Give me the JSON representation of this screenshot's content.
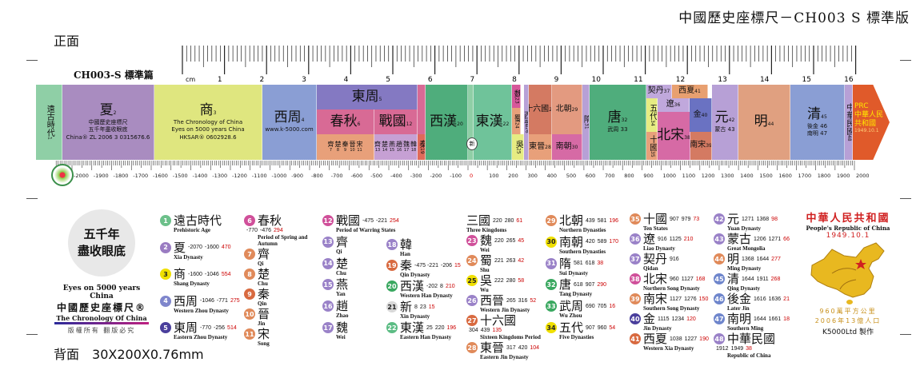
{
  "header": {
    "title": "中國歷史座標尺－CH003 S 標準版",
    "front": "正面",
    "back": "背面",
    "spec": "30X200X0.76mm"
  },
  "ruler": {
    "series": "CH003-S 標準篇",
    "cm_unit": "cm",
    "cm_labels": [
      "1",
      "2",
      "3",
      "4",
      "5",
      "6",
      "7",
      "8",
      "9",
      "10",
      "11",
      "12",
      "13",
      "14",
      "15",
      "16"
    ],
    "year_labels": [
      -2000,
      -1900,
      -1800,
      -1700,
      -1600,
      -1500,
      -1400,
      -1300,
      -1200,
      -1100,
      -1000,
      -900,
      -800,
      -700,
      -600,
      -500,
      -400,
      -300,
      -200,
      -100,
      0,
      100,
      200,
      300,
      400,
      500,
      600,
      700,
      800,
      900,
      1000,
      1100,
      1200,
      1300,
      1400,
      1500,
      1600,
      1700,
      1800,
      1900,
      2000
    ],
    "blocks": {
      "prehistoric": {
        "label": "遠古時代",
        "num": "1"
      },
      "xia": {
        "label": "夏",
        "num": "2",
        "extra": [
          "中國歷史座標尺",
          "五千年盡收眼底",
          "China® ZL 2006 3 0315676.6"
        ]
      },
      "shang": {
        "label": "商",
        "num": "3",
        "extra": [
          "The Chronology of China",
          "Eyes on 5000 years China",
          "HKSAR® 0602928.6"
        ]
      },
      "xizhou": {
        "label": "西周",
        "num": "4",
        "extra": [
          "www.k-5000.com"
        ]
      },
      "dongzhou": {
        "label": "東周",
        "num": "5"
      },
      "dongzhou_tail": {
        "label": "",
        "num": ""
      },
      "chunqiu": {
        "label": "春秋",
        "num": "6"
      },
      "zhanguo": {
        "label": "戰國",
        "num": "12"
      },
      "chunqiu_states": {
        "label": "",
        "num": "",
        "states": [
          [
            "齊",
            "7"
          ],
          [
            "楚",
            "8"
          ],
          [
            "秦",
            "9"
          ],
          [
            "晉",
            "10"
          ],
          [
            "宋",
            "11"
          ]
        ]
      },
      "zhanguo_states": {
        "label": "",
        "num": "",
        "states": [
          [
            "齊",
            "13"
          ],
          [
            "楚",
            "14"
          ],
          [
            "燕",
            "15"
          ],
          [
            "趙",
            "16"
          ],
          [
            "魏",
            "17"
          ],
          [
            "韓",
            "18"
          ]
        ]
      },
      "qin": {
        "label": "秦",
        "num": "19"
      },
      "xihan": {
        "label": "西漢",
        "num": "20"
      },
      "xin": {
        "label": "新",
        "num": "21"
      },
      "donghan": {
        "label": "東漢",
        "num": "22"
      },
      "wei": {
        "label": "魏",
        "num": "23"
      },
      "shu": {
        "label": "蜀",
        "num": "24"
      },
      "wu": {
        "label": "吳",
        "num": "25"
      },
      "xijin": {
        "label": "西晉",
        "num": "26"
      },
      "shiliuguo": {
        "label": "十六國",
        "num": "27"
      },
      "dongjin": {
        "label": "東晉",
        "num": "28"
      },
      "beichao": {
        "label": "北朝",
        "num": "29"
      },
      "nanchao": {
        "label": "南朝",
        "num": "30"
      },
      "sui": {
        "label": "隋",
        "num": "31"
      },
      "tang": {
        "label": "唐",
        "num": "32",
        "extra": [
          "武周 33"
        ]
      },
      "wudai": {
        "label": "五代",
        "num": "34"
      },
      "shiguo": {
        "label": "十國",
        "num": "35"
      },
      "liao": {
        "label": "遼",
        "num": "36"
      },
      "qidan": {
        "label": "契丹",
        "num": "37"
      },
      "beisong": {
        "label": "北宋",
        "num": "38"
      },
      "nansong": {
        "label": "南宋",
        "num": "39"
      },
      "jin": {
        "label": "金",
        "num": "40"
      },
      "xixia": {
        "label": "西夏",
        "num": "41"
      },
      "yuan": {
        "label": "元",
        "num": "42",
        "extra": [
          "蒙古 43"
        ]
      },
      "ming": {
        "label": "明",
        "num": "44"
      },
      "qing": {
        "label": "清",
        "num": "45",
        "extra": [
          "後金 46",
          "南明 47"
        ]
      },
      "minguo": {
        "label": "中華民國",
        "num": "48"
      }
    },
    "prc": {
      "en": "PRC",
      "line1": "中華人民",
      "line2": "共和國",
      "date": "1949.10.1"
    }
  },
  "brand": {
    "seal_line1": "五千年",
    "seal_line2": "盡收眼底",
    "en_tagline": "Eyes on 5000 years China",
    "cn_name": "中國歷史座標尺®",
    "en_name": "The Chronology Of China",
    "rights": "版權所有  翻版必究"
  },
  "legend": [
    {
      "num": "1",
      "name": "遠古時代",
      "en": "Prehistoric Age",
      "color": "#6cc08a"
    },
    {
      "num": "2",
      "name": "夏",
      "start": "-2070",
      "end": "-1600",
      "years": "470",
      "en": "Xia Dynasty",
      "color": "#9a7cc2"
    },
    {
      "num": "3",
      "name": "商",
      "start": "-1600",
      "end": "-1046",
      "years": "554",
      "en": "Shang Dynasty",
      "color": "#f0e000"
    },
    {
      "num": "4",
      "name": "西周",
      "start": "-1046",
      "end": "-771",
      "years": "275",
      "en": "Western Zhou Dynasty",
      "color": "#7f86cc"
    },
    {
      "num": "5",
      "name": "東周",
      "start": "-770",
      "end": "-256",
      "years": "514",
      "en": "Eastern Zhou Dynasty",
      "color": "#4a3f9c"
    },
    {
      "num": "6",
      "name": "春秋",
      "start": "-770",
      "end": "-476",
      "years": "294",
      "en": "Period of Spring and Autumn",
      "color": "#d0509a"
    },
    {
      "num": "7",
      "name": "齊",
      "en": "Qi",
      "color": "#e08a5a"
    },
    {
      "num": "8",
      "name": "楚",
      "en": "Chu",
      "color": "#e08a5a"
    },
    {
      "num": "9",
      "name": "秦",
      "en": "Qin",
      "color": "#d86a40"
    },
    {
      "num": "10",
      "name": "晉",
      "en": "Jin",
      "color": "#e08a5a"
    },
    {
      "num": "11",
      "name": "宋",
      "en": "Song",
      "color": "#e08a5a"
    },
    {
      "num": "12",
      "name": "戰國",
      "start": "-475",
      "end": "-221",
      "years": "254",
      "en": "Period of Warring States",
      "color": "#d0509a"
    },
    {
      "num": "13",
      "name": "齊",
      "en": "Qi",
      "color": "#9a82c8"
    },
    {
      "num": "14",
      "name": "楚",
      "en": "Chu",
      "color": "#9a82c8"
    },
    {
      "num": "15",
      "name": "燕",
      "en": "Yan",
      "color": "#9a82c8"
    },
    {
      "num": "16",
      "name": "趙",
      "en": "Zhao",
      "color": "#9a82c8"
    },
    {
      "num": "17",
      "name": "魏",
      "en": "Wei",
      "color": "#9a82c8"
    },
    {
      "num": "18",
      "name": "韓",
      "en": "Han",
      "color": "#9a82c8"
    },
    {
      "num": "19",
      "name": "秦",
      "start": "-475 -221",
      "end": "-206",
      "years": "15",
      "en": "Qin Dynasty",
      "color": "#d86a40"
    },
    {
      "num": "20",
      "name": "西漢",
      "start": "-202",
      "end": "8",
      "years": "210",
      "en": "Western Han Dynasty",
      "color": "#3aa860"
    },
    {
      "num": "21",
      "name": "新",
      "start": "8",
      "end": "23",
      "years": "15",
      "en": "Xin Dynasty",
      "color": "#d8d8d8"
    },
    {
      "num": "22",
      "name": "東漢",
      "start": "25",
      "end": "220",
      "years": "196",
      "en": "Eastern Han Dynasty",
      "color": "#5cbc84"
    },
    {
      "num": "",
      "name": "三國",
      "start": "220",
      "end": "280",
      "years": "61",
      "en": "Three Kingdoms",
      "color": ""
    },
    {
      "num": "23",
      "name": "魏",
      "start": "220",
      "end": "265",
      "years": "45",
      "en": "Wei",
      "color": "#d0509a"
    },
    {
      "num": "24",
      "name": "蜀",
      "start": "221",
      "end": "263",
      "years": "42",
      "en": "Shu",
      "color": "#e08a5a"
    },
    {
      "num": "25",
      "name": "吳",
      "start": "222",
      "end": "280",
      "years": "58",
      "en": "Wu",
      "color": "#f0e000"
    },
    {
      "num": "26",
      "name": "西晉",
      "start": "265",
      "end": "316",
      "years": "52",
      "en": "Western Jin Dynasty",
      "color": "#9a82c8"
    },
    {
      "num": "27",
      "name": "十六國",
      "start": "304",
      "end": "439",
      "years": "135",
      "en": "Sixteen Kingdoms Period",
      "color": "#d86a40"
    },
    {
      "num": "28",
      "name": "東晉",
      "start": "317",
      "end": "420",
      "years": "104",
      "en": "Eastern Jin Dynasty",
      "color": "#e08a5a"
    },
    {
      "num": "29",
      "name": "北朝",
      "start": "439",
      "end": "581",
      "years": "196",
      "en": "Northern Dynasties",
      "color": "#e08a5a"
    },
    {
      "num": "30",
      "name": "南朝",
      "start": "420",
      "end": "589",
      "years": "170",
      "en": "Southern Dynasties",
      "color": "#f0e000"
    },
    {
      "num": "31",
      "name": "隋",
      "start": "581",
      "end": "618",
      "years": "38",
      "en": "Sui Dynasty",
      "color": "#9a82c8"
    },
    {
      "num": "32",
      "name": "唐",
      "start": "618",
      "end": "907",
      "years": "290",
      "en": "Tang Dynasty",
      "color": "#3aa860"
    },
    {
      "num": "33",
      "name": "武周",
      "start": "690",
      "end": "705",
      "years": "16",
      "en": "Wu Zhou",
      "color": "#3aa860"
    },
    {
      "num": "34",
      "name": "五代",
      "start": "907",
      "end": "960",
      "years": "54",
      "en": "Five Dynasties",
      "color": "#f0e000"
    },
    {
      "num": "35",
      "name": "十國",
      "start": "907",
      "end": "979",
      "years": "73",
      "en": "Ten States",
      "color": "#e08a5a"
    },
    {
      "num": "36",
      "name": "遼",
      "start": "916",
      "end": "1125",
      "years": "210",
      "en": "Liao Dynasty",
      "color": "#9a82c8"
    },
    {
      "num": "37",
      "name": "契丹",
      "start": "916",
      "end": "",
      "years": "",
      "en": "Qidan",
      "color": "#9a82c8"
    },
    {
      "num": "38",
      "name": "北宋",
      "start": "960",
      "end": "1127",
      "years": "168",
      "en": "Northern Song Dynasty",
      "color": "#d0509a"
    },
    {
      "num": "39",
      "name": "南宋",
      "start": "1127",
      "end": "1276",
      "years": "150",
      "en": "Southern Song Dynasty",
      "color": "#e08a5a"
    },
    {
      "num": "40",
      "name": "金",
      "start": "1115",
      "end": "1234",
      "years": "120",
      "en": "Jin Dynasty",
      "color": "#4a3f9c"
    },
    {
      "num": "41",
      "name": "西夏",
      "start": "1038",
      "end": "1227",
      "years": "190",
      "en": "Western Xia Dynasty",
      "color": "#d86a40"
    },
    {
      "num": "42",
      "name": "元",
      "start": "1271",
      "end": "1368",
      "years": "98",
      "en": "Yuan Dynasty",
      "color": "#9a82c8"
    },
    {
      "num": "43",
      "name": "蒙古",
      "start": "1206",
      "end": "1271",
      "years": "66",
      "en": "Great Mongolia",
      "color": "#9a82c8"
    },
    {
      "num": "44",
      "name": "明",
      "start": "1368",
      "end": "1644",
      "years": "277",
      "en": "Ming Dynasty",
      "color": "#e08a5a"
    },
    {
      "num": "45",
      "name": "清",
      "start": "1644",
      "end": "1911",
      "years": "268",
      "en": "Qing Dynasty",
      "color": "#6f86cc"
    },
    {
      "num": "46",
      "name": "後金",
      "start": "1616",
      "end": "1636",
      "years": "21",
      "en": "Later Jin",
      "color": "#6f86cc"
    },
    {
      "num": "47",
      "name": "南明",
      "start": "1644",
      "end": "1661",
      "years": "18",
      "en": "Southern Ming",
      "color": "#6f86cc"
    },
    {
      "num": "48",
      "name": "中華民國",
      "start": "1912",
      "end": "1949",
      "years": "38",
      "en": "Republic of China",
      "color": "#9a82c8"
    }
  ],
  "prc_box": {
    "title": "中華人民共和國",
    "en": "People's Republic of China",
    "date": "1949.10.1",
    "area": "960萬平方公里",
    "population": "2006年13億人口",
    "maker": "K5000Ltd 製作"
  }
}
